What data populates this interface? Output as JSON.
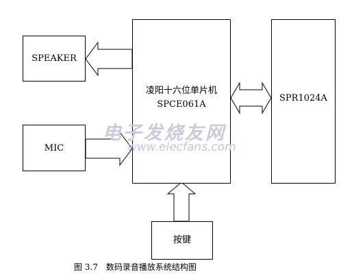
{
  "diagram": {
    "speaker_label": "SPEAKER",
    "mic_label": "MIC",
    "mcu_line1": "凌阳十六位单片机",
    "mcu_line2": "SPCE061A",
    "flash_label": "SPR1024A",
    "keys_label": "按键",
    "caption": "图 3.7　数码录音播放系统结构图"
  },
  "watermark": {
    "line1": "电子发烧友网",
    "line2": "www.elecfans.com",
    "color": "#c9ccdf"
  }
}
